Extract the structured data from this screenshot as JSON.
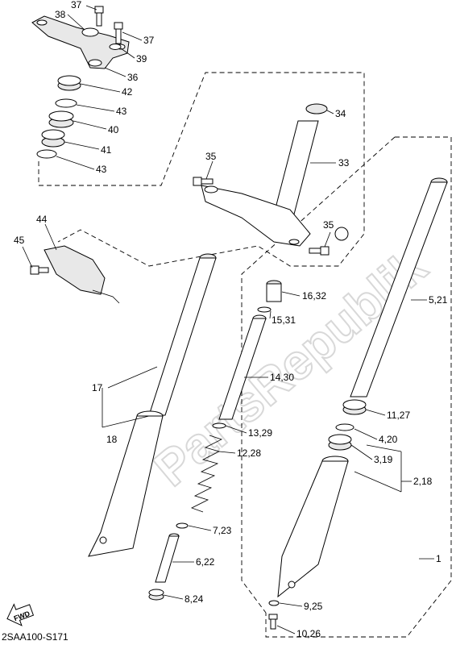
{
  "watermark": "PartsRepublik",
  "diagram_code": "2SAA100-S171",
  "fwd_label": "FWD",
  "callouts": [
    {
      "id": "37a",
      "text": "37"
    },
    {
      "id": "38",
      "text": "38"
    },
    {
      "id": "37b",
      "text": "37"
    },
    {
      "id": "39",
      "text": "39"
    },
    {
      "id": "36",
      "text": "36"
    },
    {
      "id": "42",
      "text": "42"
    },
    {
      "id": "43a",
      "text": "43"
    },
    {
      "id": "40",
      "text": "40"
    },
    {
      "id": "41",
      "text": "41"
    },
    {
      "id": "43b",
      "text": "43"
    },
    {
      "id": "34",
      "text": "34"
    },
    {
      "id": "35a",
      "text": "35"
    },
    {
      "id": "33",
      "text": "33"
    },
    {
      "id": "35b",
      "text": "35"
    },
    {
      "id": "44",
      "text": "44"
    },
    {
      "id": "45",
      "text": "45"
    },
    {
      "id": "16_32",
      "text": "16,32"
    },
    {
      "id": "15_31",
      "text": "15,31"
    },
    {
      "id": "5_21",
      "text": "5,21"
    },
    {
      "id": "14_30",
      "text": "14,30"
    },
    {
      "id": "17",
      "text": "17"
    },
    {
      "id": "18",
      "text": "18"
    },
    {
      "id": "11_27",
      "text": "11,27"
    },
    {
      "id": "13_29",
      "text": "13,29"
    },
    {
      "id": "4_20",
      "text": "4,20"
    },
    {
      "id": "12_28",
      "text": "12,28"
    },
    {
      "id": "3_19",
      "text": "3,19"
    },
    {
      "id": "2_18",
      "text": "2,18"
    },
    {
      "id": "7_23",
      "text": "7,23"
    },
    {
      "id": "1",
      "text": "1"
    },
    {
      "id": "6_22",
      "text": "6,22"
    },
    {
      "id": "8_24",
      "text": "8,24"
    },
    {
      "id": "9_25",
      "text": "9,25"
    },
    {
      "id": "10_26",
      "text": "10,26"
    }
  ]
}
